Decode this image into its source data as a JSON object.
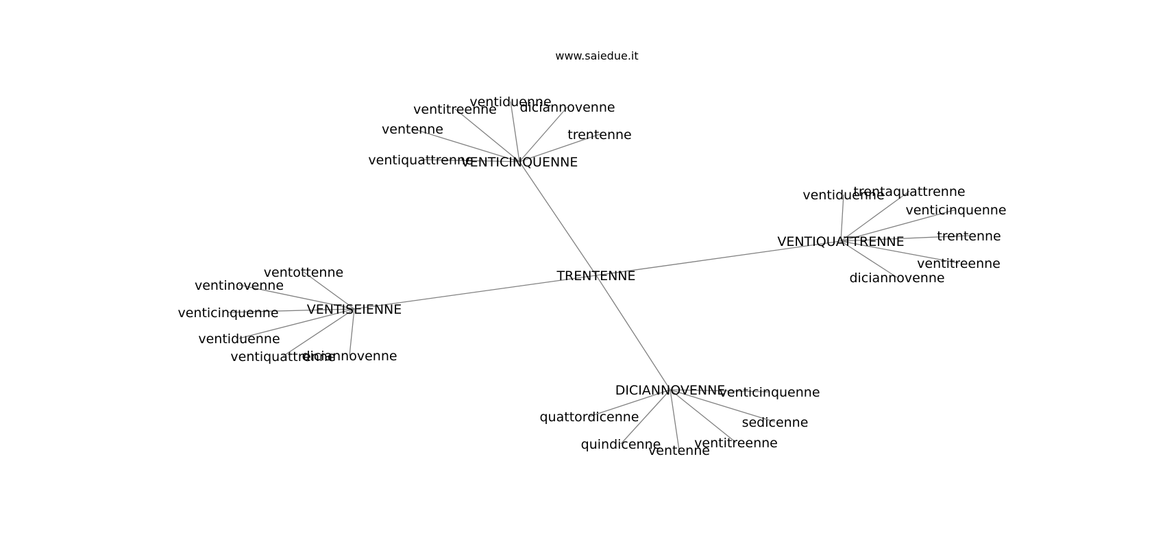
{
  "title": "www.saiedue.it",
  "center": {
    "id": "c",
    "label": "TRENTENNE"
  },
  "hubs": [
    {
      "id": "h1",
      "label": "VENTICINQUENNE",
      "leaves": [
        "ventiduenne",
        "diciannovenne",
        "ventitreenne",
        "ventenne",
        "trentenne",
        "ventiquattrenne"
      ]
    },
    {
      "id": "h2",
      "label": "VENTIQUATTRENNE",
      "leaves": [
        "ventiduenne",
        "trentaquattrenne",
        "venticinquenne",
        "trentenne",
        "ventitreenne",
        "diciannovenne"
      ]
    },
    {
      "id": "h3",
      "label": "VENTISEIENNE",
      "leaves": [
        "ventottenne",
        "ventinovenne",
        "venticinquenne",
        "ventiduenne",
        "ventiquattrenne",
        "diciannovenne"
      ]
    },
    {
      "id": "h4",
      "label": "DICIANNOVENNE",
      "leaves": [
        "venticinquenne",
        "quattordicenne",
        "sedicenne",
        "quindicenne",
        "ventenne",
        "ventitreenne"
      ]
    }
  ]
}
